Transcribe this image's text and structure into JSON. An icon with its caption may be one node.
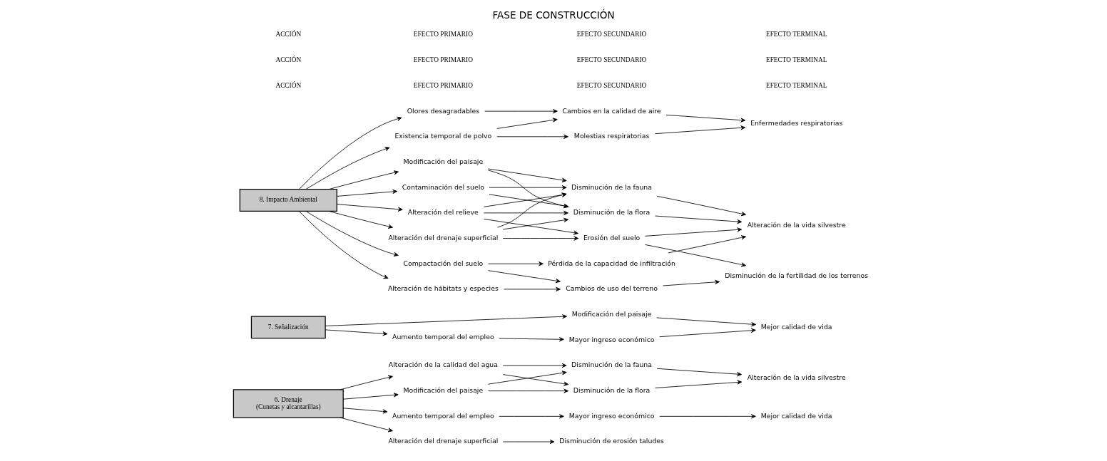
{
  "diagram": {
    "title": "FASE DE CONSTRUCCIÓN",
    "nodes": [
      {
        "text": [
          "6. Drenaje",
          "(Cunetas y alcantarillas)"
        ]
      },
      {
        "text": [
          "Alteración de la calidad del agua"
        ]
      },
      {
        "text": [
          "Modificación del paisaje"
        ]
      },
      {
        "text": [
          "Aumento temporal del empleo"
        ]
      },
      {
        "text": [
          "Alteración del drenaje superficial"
        ]
      },
      {
        "text": [
          "Disminución de la fauna"
        ]
      },
      {
        "text": [
          "Disminución de la flora"
        ]
      },
      {
        "text": [
          "Mayor ingreso económico"
        ]
      },
      {
        "text": [
          "Alteración de la vida silvestre"
        ]
      },
      {
        "text": [
          "Mejor calidad de vida"
        ]
      },
      {
        "text": [
          "Disminución de erosión taludes"
        ]
      },
      {
        "text": [
          "7. Señalización"
        ]
      },
      {
        "text": [
          "Modificación del paisaje"
        ]
      },
      {
        "text": [
          "Aumento temporal del empleo"
        ]
      },
      {
        "text": [
          "Mayor ingreso económico"
        ]
      },
      {
        "text": [
          "Mejor calidad de vida"
        ]
      },
      {
        "text": [
          "8. Impacto Ambiental"
        ]
      },
      {
        "text": [
          "Existencia temporal de polvo"
        ]
      },
      {
        "text": [
          "Olores desagradables"
        ]
      },
      {
        "text": [
          "Alteración del relieve"
        ]
      },
      {
        "text": [
          "Contaminación del suelo"
        ]
      },
      {
        "text": [
          "Modificación del paisaje"
        ]
      },
      {
        "text": [
          "Alteración del drenaje superficial"
        ]
      },
      {
        "text": [
          "Compactación del suelo"
        ]
      },
      {
        "text": [
          "Alteración de hábitats y especies"
        ]
      },
      {
        "text": [
          "Molestias respiratorias"
        ]
      },
      {
        "text": [
          "Cambios en la calidad de aire"
        ]
      },
      {
        "text": [
          "Disminución de la fauna"
        ]
      },
      {
        "text": [
          "Disminución de la flora"
        ]
      },
      {
        "text": [
          "Erosión del suelo"
        ]
      },
      {
        "text": [
          "Pérdida de la capacidad de infiltración"
        ]
      },
      {
        "text": [
          "Cambios de uso del terreno"
        ]
      },
      {
        "text": [
          "Enfermedades respiratorias"
        ]
      },
      {
        "text": [
          "Alteración de la vida silvestre"
        ]
      },
      {
        "text": [
          "Disminución de la fertilidad de los terrenos"
        ]
      }
    ],
    "edges": [
      {
        "from": 0,
        "to": 1,
        "arrow": "to"
      },
      {
        "from": 0,
        "to": 2,
        "arrow": "to"
      },
      {
        "from": 0,
        "to": 3,
        "arrow": "to"
      },
      {
        "from": 0,
        "to": 4,
        "arrow": "to"
      },
      {
        "from": 1,
        "to": 5,
        "arrow": "to"
      },
      {
        "from": 1,
        "to": 6,
        "arrow": "to"
      },
      {
        "from": 2,
        "to": 5,
        "arrow": "to"
      },
      {
        "from": 2,
        "to": 6,
        "arrow": "to"
      },
      {
        "from": 3,
        "to": 7,
        "arrow": "to"
      },
      {
        "from": 4,
        "to": 10,
        "arrow": "to"
      },
      {
        "from": 5,
        "to": 8,
        "arrow": "to"
      },
      {
        "from": 6,
        "to": 8,
        "arrow": "to"
      },
      {
        "from": 7,
        "to": 9,
        "arrow": "to"
      },
      {
        "from": 11,
        "to": 12,
        "arrow": "to"
      },
      {
        "from": 11,
        "to": 13,
        "arrow": "to"
      },
      {
        "from": 12,
        "to": 15,
        "arrow": "to"
      },
      {
        "from": 13,
        "to": 14,
        "arrow": "to"
      },
      {
        "from": 14,
        "to": 15,
        "arrow": "to"
      },
      {
        "from": 16,
        "to": 17,
        "arrow": "to"
      },
      {
        "from": 16,
        "to": 18,
        "arrow": "to"
      },
      {
        "from": 16,
        "to": 19,
        "arrow": "to"
      },
      {
        "from": 16,
        "to": 20,
        "arrow": "to"
      },
      {
        "from": 16,
        "to": 21,
        "arrow": "to"
      },
      {
        "from": 16,
        "to": 22,
        "arrow": "to"
      },
      {
        "from": 16,
        "to": 23,
        "arrow": "to"
      },
      {
        "from": 16,
        "to": 24,
        "arrow": "to"
      },
      {
        "from": 17,
        "to": 25,
        "arrow": "to"
      },
      {
        "from": 17,
        "to": 26,
        "arrow": "to"
      },
      {
        "from": 18,
        "to": 26,
        "arrow": "to"
      },
      {
        "from": 19,
        "to": 27,
        "arrow": "to"
      },
      {
        "from": 19,
        "to": 28,
        "arrow": "to"
      },
      {
        "from": 19,
        "to": 29,
        "arrow": "to"
      },
      {
        "from": 20,
        "to": 27,
        "arrow": "to"
      },
      {
        "from": 20,
        "to": 28,
        "arrow": "to"
      },
      {
        "from": 21,
        "to": 27,
        "arrow": "to"
      },
      {
        "from": 21,
        "to": 28,
        "arrow": "to"
      },
      {
        "from": 22,
        "to": 27,
        "arrow": "to"
      },
      {
        "from": 22,
        "to": 28,
        "arrow": "to"
      },
      {
        "from": 22,
        "to": 29,
        "arrow": "to"
      },
      {
        "from": 23,
        "to": 30,
        "arrow": "to"
      },
      {
        "from": 23,
        "to": 31,
        "arrow": "to"
      },
      {
        "from": 24,
        "to": 31,
        "arrow": "to"
      },
      {
        "from": 25,
        "to": 32,
        "arrow": "to"
      },
      {
        "from": 26,
        "to": 32,
        "arrow": "to"
      },
      {
        "from": 27,
        "to": 33,
        "arrow": "to"
      },
      {
        "from": 28,
        "to": 33,
        "arrow": "to"
      },
      {
        "from": 29,
        "to": 33,
        "arrow": "to"
      },
      {
        "from": 29,
        "to": 34,
        "arrow": "to"
      },
      {
        "from": 30,
        "to": 33,
        "arrow": "to"
      },
      {
        "from": 31,
        "to": 34,
        "arrow": "to"
      }
    ],
    "labels": [
      "ACCIÓN",
      "EFECTO PRIMARIO",
      "EFECTO SECUNDARIO",
      "EFECTO TERMINAL",
      "ACCIÓN",
      "EFECTO PRIMARIO",
      "EFECTO SECUNDARIO",
      "EFECTO TERMINAL",
      "ACCIÓN",
      "EFECTO PRIMARIO",
      "EFECTO SECUNDARIO",
      "EFECTO TERMINAL"
    ]
  }
}
